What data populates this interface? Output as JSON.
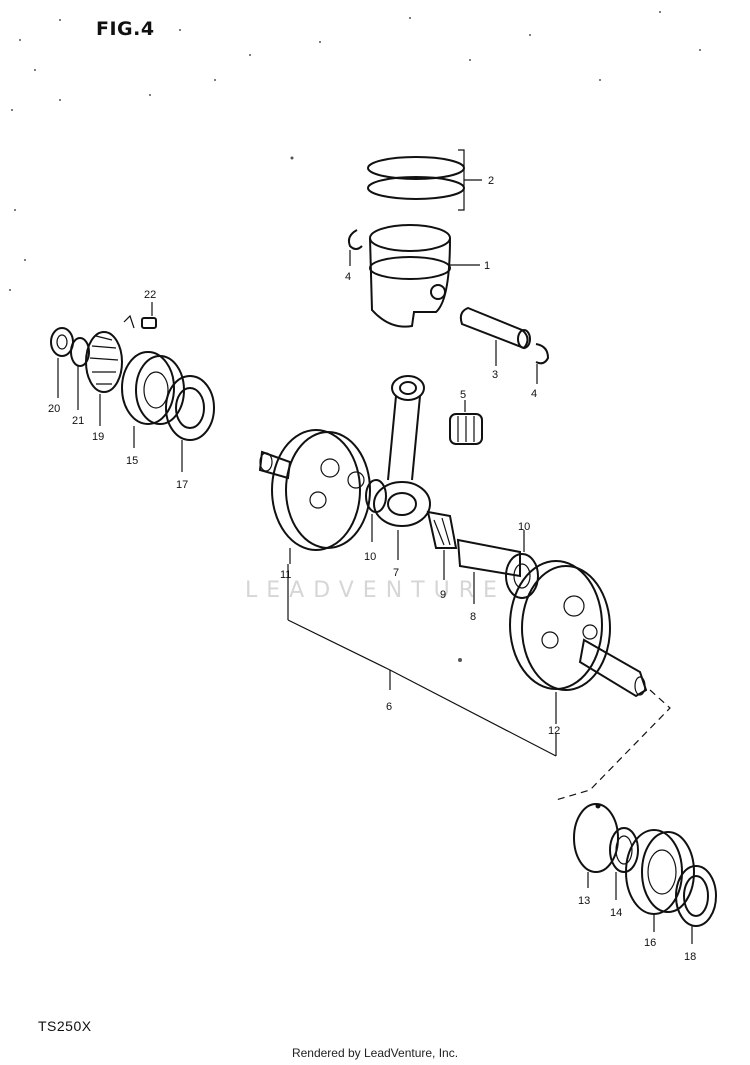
{
  "title": "FIG.4",
  "model_code": "TS250X",
  "credit": "Rendered by LeadVenture, Inc.",
  "watermark": "LEADVENTURE",
  "labels": [
    "1",
    "2",
    "3",
    "4",
    "4",
    "5",
    "6",
    "7",
    "8",
    "9",
    "10",
    "10",
    "11",
    "12",
    "13",
    "14",
    "15",
    "16",
    "17",
    "18",
    "19",
    "20",
    "21",
    "22"
  ]
}
